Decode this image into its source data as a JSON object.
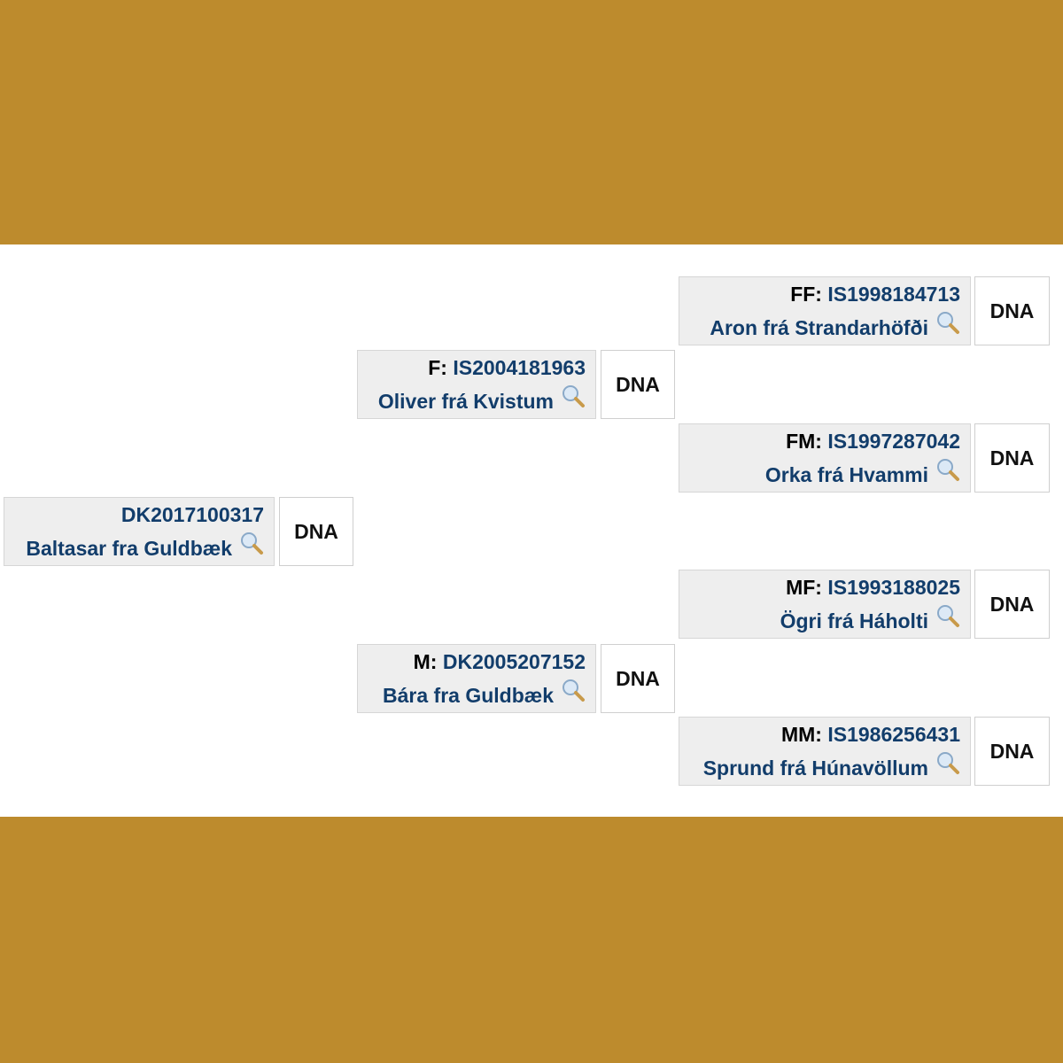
{
  "colors": {
    "frame": "#bd8b2d",
    "link": "#123d6b"
  },
  "subject": {
    "id": "DK2017100317",
    "name": "Baltasar fra Guldbæk",
    "dna": "DNA"
  },
  "father": {
    "label": "F:",
    "id": "IS2004181963",
    "name": "Oliver frá Kvistum",
    "dna": "DNA"
  },
  "mother": {
    "label": "M:",
    "id": "DK2005207152",
    "name": "Bára fra Guldbæk",
    "dna": "DNA"
  },
  "ff": {
    "label": "FF:",
    "id": "IS1998184713",
    "name": "Aron frá Strandarhöfði",
    "dna": "DNA"
  },
  "fm": {
    "label": "FM:",
    "id": "IS1997287042",
    "name": "Orka frá Hvammi",
    "dna": "DNA"
  },
  "mf": {
    "label": "MF:",
    "id": "IS1993188025",
    "name": "Ögri frá Háholti",
    "dna": "DNA"
  },
  "mm": {
    "label": "MM:",
    "id": "IS1986256431",
    "name": "Sprund frá Húnavöllum",
    "dna": "DNA"
  },
  "icons": {
    "search": "magnifier-icon"
  }
}
